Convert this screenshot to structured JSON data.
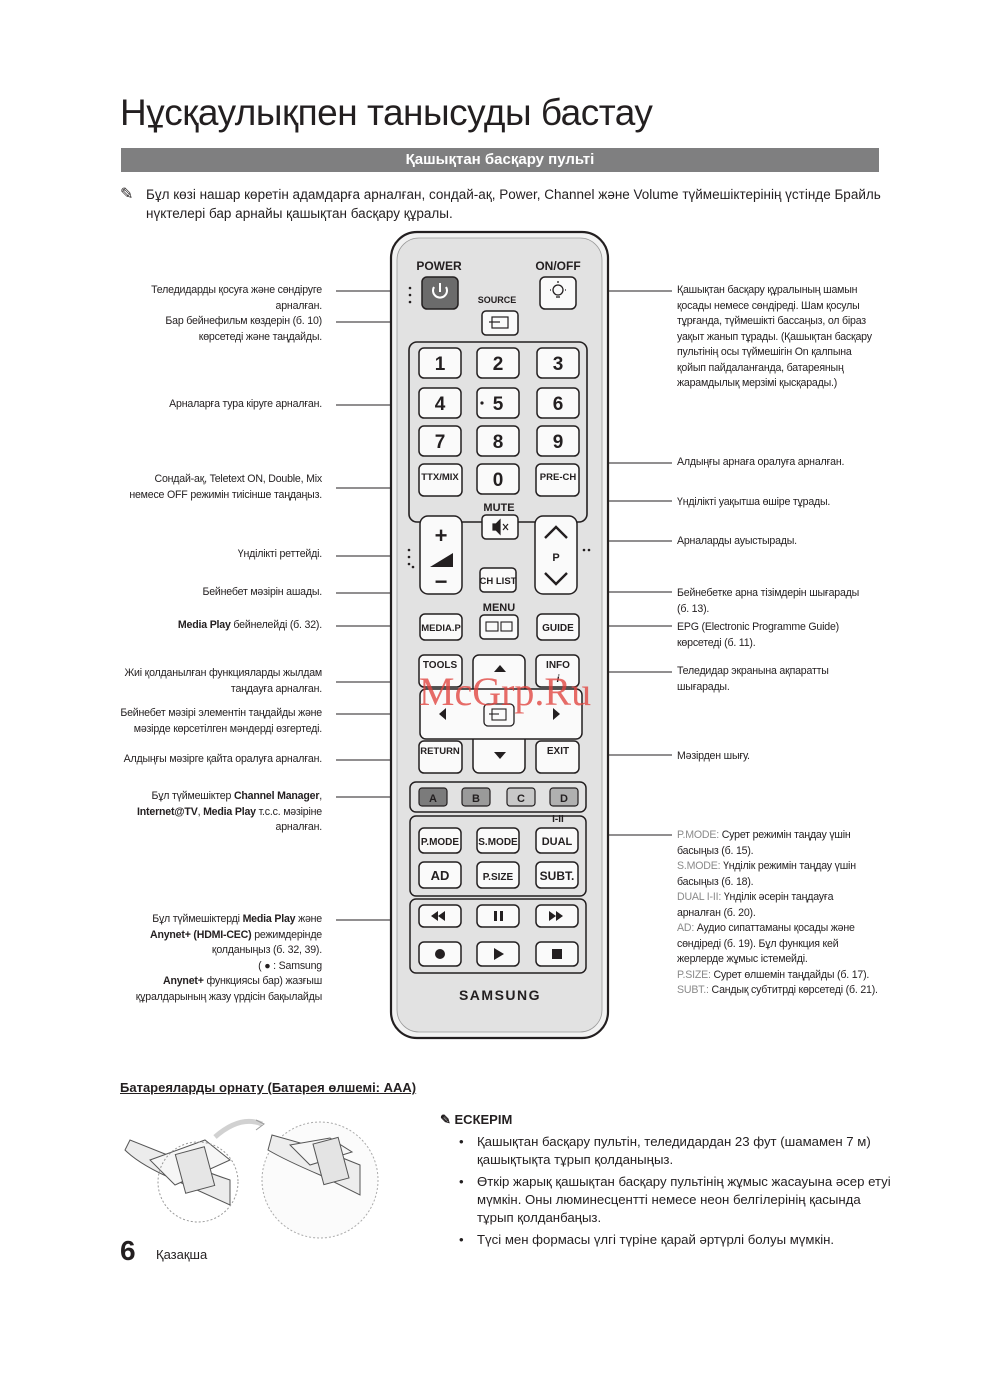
{
  "page_title": "Нұсқаулықпен танысуды бастау",
  "section_title": "Қашықтан басқару пульті",
  "intro_note": "Бұл көзі нашар көретін адамдарға арналған, сондай-ақ, Power, Channel және Volume түймешіктерінің үстінде Брайль нүктелері бар арнайы қашықтан басқару құралы.",
  "remote": {
    "power": "POWER",
    "onoff": "ON/OFF",
    "source": "SOURCE",
    "digits": [
      "1",
      "2",
      "3",
      "4",
      "5",
      "6",
      "7",
      "8",
      "9",
      "0"
    ],
    "ttx": "TTX/MIX",
    "prech": "PRE-CH",
    "mute": "MUTE",
    "p": "P",
    "chlist": "CH LIST",
    "menu": "MENU",
    "mediap": "MEDIA.P",
    "guide": "GUIDE",
    "tools": "TOOLS",
    "info": "INFO",
    "return": "RETURN",
    "exit": "EXIT",
    "colors": [
      "A",
      "B",
      "C",
      "D"
    ],
    "dual_top": "I-II",
    "pmode": "P.MODE",
    "smode": "S.MODE",
    "dual": "DUAL",
    "ad": "AD",
    "psize": "P.SIZE",
    "subt": "SUBT.",
    "brand": "SAMSUNG",
    "colors_hex": {
      "a": "#7b7b7b",
      "b": "#9a9a9a",
      "c": "#c8c8c8",
      "d": "#b0b0b0"
    }
  },
  "left_annotations": {
    "power": [
      "Теледидарды қосуға және сөндіруге",
      "арналған."
    ],
    "source": [
      "Бар бейнефильм көздерін (б. 10)",
      "көрсетеді және таңдайды."
    ],
    "numbers": [
      "Арналарға тура кіруге арналған."
    ],
    "ttx": [
      "Сондай-ақ, Teletext ON, Double, Mix",
      "немесе OFF режимін тиісінше таңдаңыз."
    ],
    "volume": [
      "Үнділікті реттейді."
    ],
    "menu": [
      "Бейнебет мәзірін ашады."
    ],
    "mediap_bold": "Media Play",
    "mediap_rest": " бейнелейді (б. 32).",
    "tools": [
      "Жиі қолданылған функцияларды жылдам",
      "таңдауға арналған."
    ],
    "arrows": [
      "Бейнебет мәзірі элементін таңдайды және",
      "мәзірде көрсетілген мәндерді өзгертеді."
    ],
    "return": [
      "Алдыңғы мәзірге қайта оралуға арналған."
    ],
    "colorbtn": {
      "l1_pre": "Бұл түймешіктер ",
      "l1_bold": "Channel Manager",
      "l1_post": ",",
      "l2_bold1": "Internet@TV",
      "l2_mid": ", ",
      "l2_bold2": "Media Play",
      "l2_post": " т.с.с. мәзіріне",
      "l3": "арналған."
    },
    "playback": {
      "l1_pre": "Бұл түймешіктерді ",
      "l1_bold": "Media Play",
      "l1_post": " және",
      "l2_bold": "Anynet+ (HDMI-CEC)",
      "l2_post": " режимдерінде",
      "l3": "қолданыңыз (б. 32, 39).",
      "l4": "(  ●  :  Samsung",
      "l5_bold": "Anynet+",
      "l5_post": " функциясы бар) жазғыш",
      "l6": "құралдарының жазу үрдісін бақылайды"
    }
  },
  "right_annotations": {
    "onoff": [
      "Қашықтан басқару құралының шамын",
      "қосады немесе сөндіреді. Шам қосулы",
      "тұрғанда, түймешікті бассаңыз, ол біраз",
      "уақыт жанып тұрады. (Қашықтан басқару",
      "пультінің осы түймешігін On қалпына",
      "қойып пайдаланғанда, батареяның",
      "жарамдылық мерзімі қысқарады.)"
    ],
    "prech": [
      "Алдыңғы арнаға оралуға арналған."
    ],
    "mute": [
      "Үнділікті уақытша өшіре тұрады."
    ],
    "channel": [
      "Арналарды ауыстырады."
    ],
    "chlist": [
      "Бейнебетке арна тізімдерін шығарады",
      "(б. 13)."
    ],
    "guide": [
      "EPG (Electronic Programme Guide)",
      "көрсетеді (б. 11)."
    ],
    "info": [
      "Теледидар экранына ақпаратты",
      "шығарады."
    ],
    "exit": [
      "Мәзірден шығу."
    ],
    "modes": [
      {
        "key": "P.MODE:",
        "text": " Сурет режимін таңдау үшін"
      },
      {
        "key": "",
        "text": "басыңыз (б. 15)."
      },
      {
        "key": "S.MODE:",
        "text": " Үнділік режимін таңдау үшін"
      },
      {
        "key": "",
        "text": "басыңыз (б. 18)."
      },
      {
        "key": "DUAL I-II:",
        "text": " Үнділік әсерін таңдауға"
      },
      {
        "key": "",
        "text": "арналған (б. 20)."
      },
      {
        "key": "AD:",
        "text": " Аудио сипаттаманы қосады және"
      },
      {
        "key": "",
        "text": "сөндіреді (б. 19). Бұл функция кей"
      },
      {
        "key": "",
        "text": "жерлерде жұмыс істемейді."
      },
      {
        "key": "P.SIZE:",
        "text": " Сурет өлшемін таңдайды (б. 17)."
      },
      {
        "key": "SUBT.:",
        "text": " Сандық субтитрді көрсетеді (б. 21)."
      }
    ]
  },
  "battery_title": "Батареяларды орнату (Батарея өлшемі:  AAA)",
  "notes_title": "ЕСКЕРІМ",
  "notes": [
    "Қашықтан басқару пультін, теледидардан 23 фут (шамамен 7 м) қашықтықта тұрып қолданыңыз.",
    "Өткір жарық қашықтан басқару пультінің жұмыс жасауына әсер етуі мүмкін.  Оны люминесцентті немесе неон белгілерінің қасында тұрып қолданбаңыз.",
    "Түсі мен формасы үлгі түріне қарай әртүрлі болуы мүмкін."
  ],
  "page_number": "6",
  "language": "Қазақша",
  "watermark": "McGrp.Ru"
}
